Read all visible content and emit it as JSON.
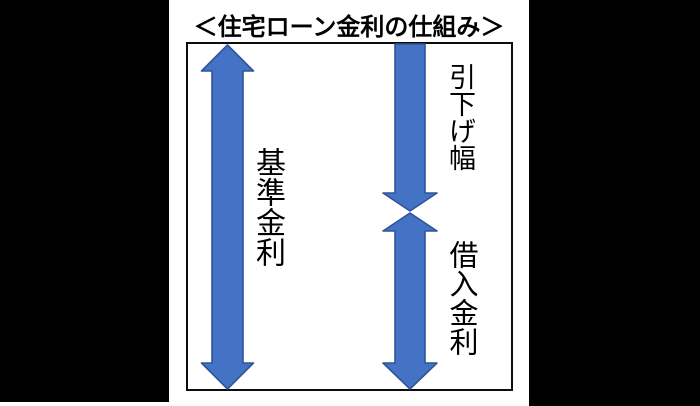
{
  "title": "＜住宅ローン金利の仕組み＞",
  "labels": {
    "base_rate": "基準金利",
    "discount_width": "引下げ幅",
    "borrowing_rate": "借入金利"
  },
  "arrows": [
    {
      "name": "base-rate-arrow",
      "shape": "double-headed-vertical",
      "label": "基準金利"
    },
    {
      "name": "discount-arrow",
      "shape": "down",
      "label": "引下げ幅"
    },
    {
      "name": "borrowing-rate-arrow",
      "shape": "double-headed-vertical",
      "label": "借入金利"
    }
  ],
  "colors": {
    "arrow_fill": "#4472C4",
    "arrow_stroke": "#2F5597",
    "box_border": "#0D0D0D",
    "text": "#000000",
    "background": "#FFFFFF",
    "letterbox": "#000000"
  }
}
